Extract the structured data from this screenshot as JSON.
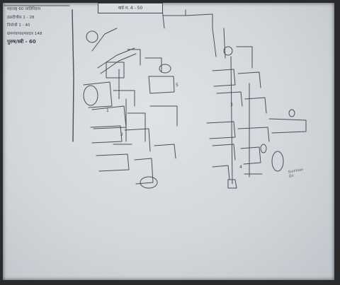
{
  "legend": {
    "line1": "महाराष्ट्र 60 जातिनिहाय",
    "line2": "हळदीचौक 1 - 28",
    "line3": "नियोजी 1 - 40",
    "line4": "ग्रामपंचायत/मतदार 148",
    "line5": "पुरुष/स्त्री - 60"
  },
  "ward_label": "वार्ड न. 4 - 50",
  "house_numbers": [
    "1",
    "2",
    "3",
    "4",
    "5"
  ],
  "signature": [
    "Sunilnan",
    "Qu"
  ],
  "colors": {
    "paper": "#d6dbdf",
    "ink": "#3f454d",
    "frame": "#1a1a1c"
  }
}
